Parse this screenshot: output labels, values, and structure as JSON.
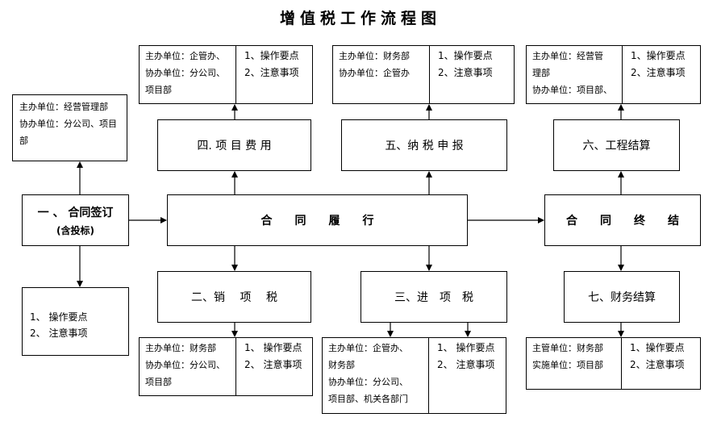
{
  "title": "增值税工作流程图",
  "nodes": {
    "contract_sign": {
      "line1": "一 、 合同签订",
      "line2": "(含投标)"
    },
    "contract_exec": "合　　同　　履　　行",
    "contract_end": "合　　同　　终　　结",
    "project_cost": "四. 项 目 费 用",
    "tax_declare": "五、纳 税 申 报",
    "eng_settlement": "六、工程结算",
    "output_tax": "二、销　 项　 税",
    "input_tax": "三、进　项　税",
    "fin_settlement": "七、财务结算"
  },
  "notes": {
    "n1": {
      "lines": [
        "主办单位：经营管理部",
        "协办单位：分公司、项目部"
      ]
    },
    "n1b": {
      "lines": [
        "1、 操作要点",
        "2、 注意事项"
      ]
    },
    "n4": {
      "left": [
        "主办单位：企管办、",
        "协办单位：分公司、",
        "项目部"
      ],
      "right": [
        "1、操作要点",
        "2、注意事项"
      ]
    },
    "n5": {
      "left": [
        "主办单位：财务部",
        "协办单位：企管办"
      ],
      "right": [
        "1、操作要点",
        "2、注意事项"
      ]
    },
    "n6": {
      "left": [
        "主办单位：经营管",
        "理部",
        "协办单位：项目部、"
      ],
      "right": [
        "1、操作要点",
        "2、注意事项"
      ]
    },
    "n2": {
      "left": [
        "主办单位：财务部",
        "协办单位：分公司、",
        "项目部"
      ],
      "right": [
        "1、 操作要点",
        "2、 注意事项"
      ]
    },
    "n3": {
      "left": [
        "主办单位：企管办、",
        "财务部",
        "协办单位：分公司、",
        "项目部、机关各部门"
      ],
      "right": [
        "1、 操作要点",
        "2、 注意事项"
      ]
    },
    "n7": {
      "left": [
        "主管单位：财务部",
        "实施单位：项目部"
      ],
      "right": [
        "1、操作要点",
        "2、注意事项"
      ]
    }
  }
}
